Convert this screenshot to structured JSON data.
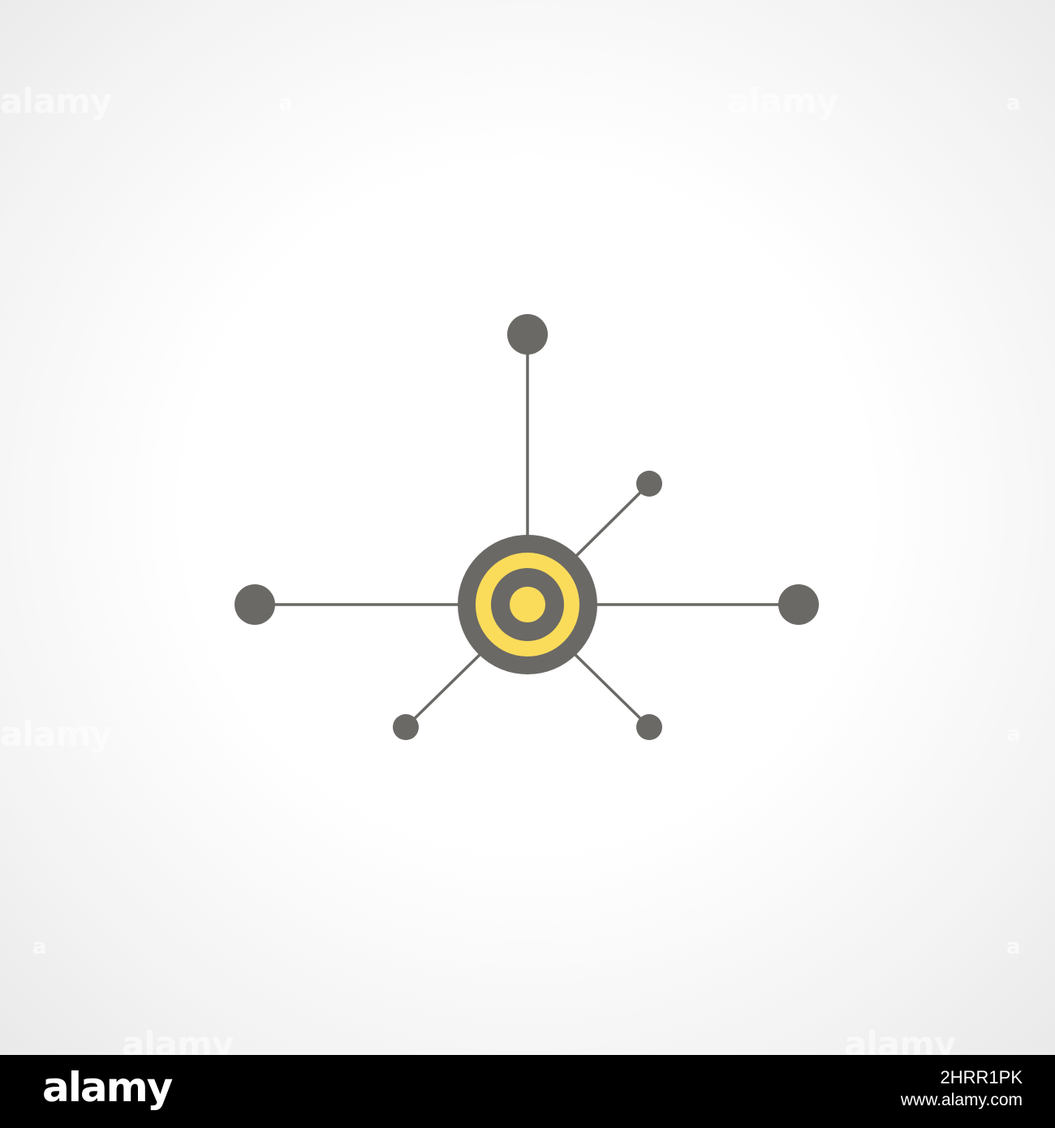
{
  "watermark": {
    "text": "alamy",
    "short": "a"
  },
  "footer": {
    "logo": "alamy",
    "image_id": "2HRR1PK",
    "url": "www.alamy.com"
  },
  "diagram": {
    "node_color": "#6b6966",
    "accent_color": "#fadc5a",
    "line_color": "#6b6966",
    "background_color": "#ffffff"
  }
}
